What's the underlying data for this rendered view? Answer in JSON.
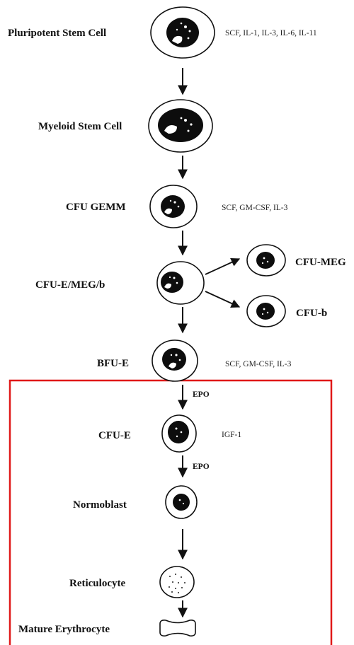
{
  "stages": [
    {
      "id": "pluripotent",
      "label": "Pluripotent Stem Cell",
      "factors": "SCF,  IL-1, IL-3, IL-6, IL-11"
    },
    {
      "id": "myeloid",
      "label": "Myeloid  Stem Cell",
      "factors": ""
    },
    {
      "id": "cfu-gemm",
      "label": "CFU  GEMM",
      "factors": "SCF, GM-CSF, IL-3"
    },
    {
      "id": "cfu-e-meg-b",
      "label": "CFU-E/MEG/b",
      "factors": ""
    },
    {
      "id": "bfu-e",
      "label": "BFU-E",
      "factors": "SCF, GM-CSF, IL-3"
    },
    {
      "id": "cfu-e",
      "label": "CFU-E",
      "factors": "IGF-1"
    },
    {
      "id": "normoblast",
      "label": "Normoblast",
      "factors": ""
    },
    {
      "id": "reticulocyte",
      "label": "Reticulocyte",
      "factors": ""
    },
    {
      "id": "mature-erythrocyte",
      "label": "Mature  Erythrocyte",
      "factors": ""
    }
  ],
  "branches": [
    {
      "id": "cfu-meg",
      "label": "CFU-MEG"
    },
    {
      "id": "cfu-b",
      "label": "CFU-b"
    }
  ],
  "arrow_labels": {
    "epo_1": "EPO",
    "epo_2": "EPO"
  },
  "highlight": {
    "color": "#e01818"
  }
}
